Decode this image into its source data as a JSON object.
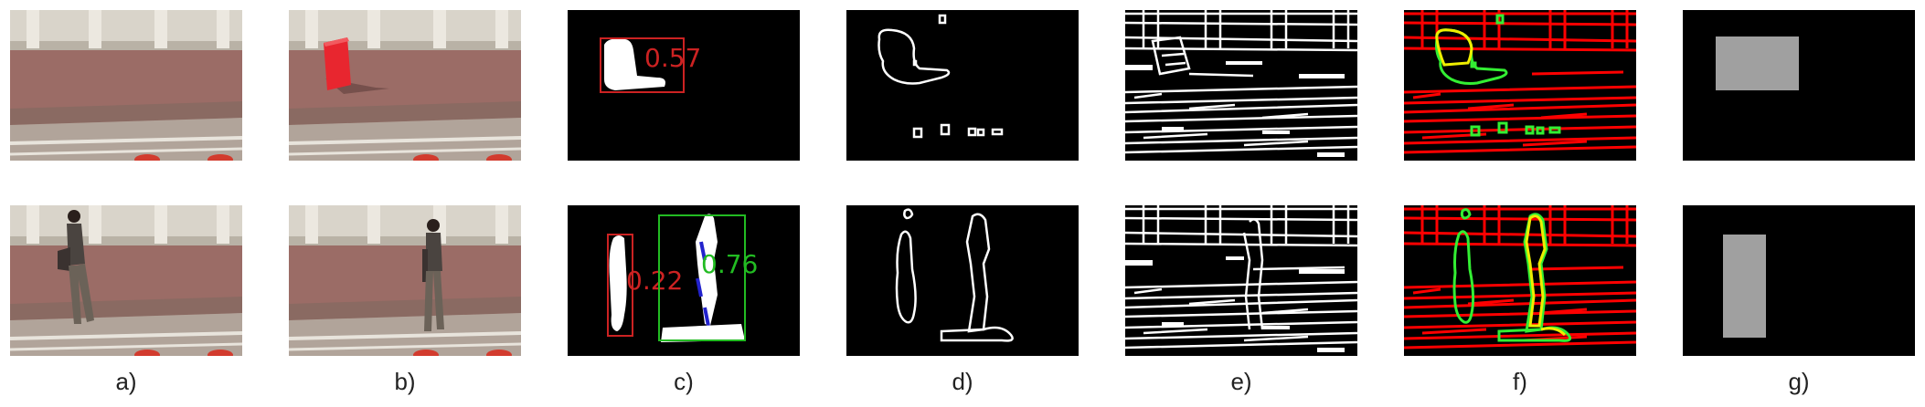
{
  "figure": {
    "captions": [
      "a)",
      "b)",
      "c)",
      "d)",
      "e)",
      "f)",
      "g)"
    ],
    "row1": {
      "detections": [
        {
          "score": "0.57",
          "color": "#cc2222"
        }
      ]
    },
    "row2": {
      "detections": [
        {
          "score": "0.22",
          "color": "#cc2222"
        },
        {
          "score": "0.76",
          "color": "#22bb22"
        }
      ]
    },
    "colors": {
      "false_detection": "#cc2222",
      "true_detection": "#22bb22",
      "contour_red": "#ff0000",
      "contour_green": "#33ee33",
      "contour_yellow": "#eeee00",
      "mask_gray": "#a0a0a0"
    }
  }
}
